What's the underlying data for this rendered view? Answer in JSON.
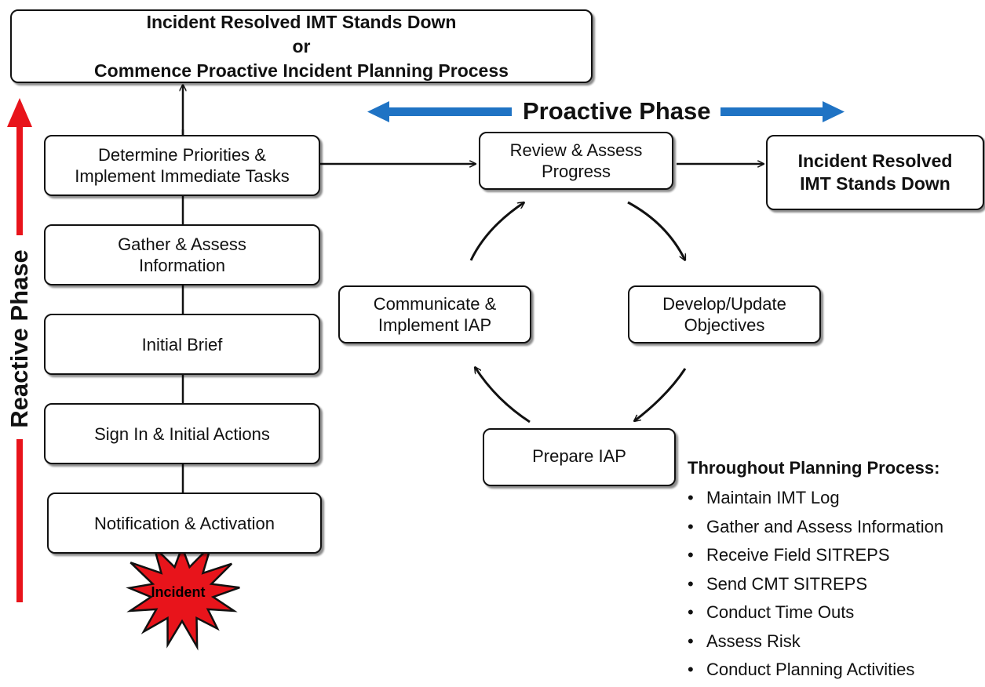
{
  "top_box": {
    "line1": "Incident Resolved IMT Stands Down",
    "line2": "or",
    "line3": "Commence Proactive Incident Planning Process"
  },
  "phases": {
    "proactive": "Proactive Phase",
    "reactive": "Reactive Phase"
  },
  "reactive_steps": {
    "determine": "Determine Priorities &\nImplement  Immediate Tasks",
    "gather": "Gather & Assess\nInformation",
    "brief": "Initial Brief",
    "sign_in": "Sign In & Initial Actions",
    "notification": "Notification & Activation"
  },
  "incident_label": "Incident",
  "cycle": {
    "review": "Review & Assess\nProgress",
    "develop": "Develop/Update\nObjectives",
    "prepare": "Prepare IAP",
    "communicate": "Communicate &\nImplement  IAP"
  },
  "resolved_box": "Incident Resolved\nIMT Stands Down",
  "throughout": {
    "title": "Throughout Planning Process:",
    "bullet": "•",
    "items": [
      "Maintain IMT Log",
      "Gather and Assess Information",
      "Receive Field SITREPS",
      "Send CMT SITREPS",
      "Conduct Time Outs",
      "Assess  Risk",
      "Conduct Planning Activities"
    ]
  },
  "colors": {
    "proactive_arrow": "#1f73c4",
    "reactive_arrow": "#e8141b",
    "incident_burst": "#e8141b",
    "box_border": "#111111"
  }
}
